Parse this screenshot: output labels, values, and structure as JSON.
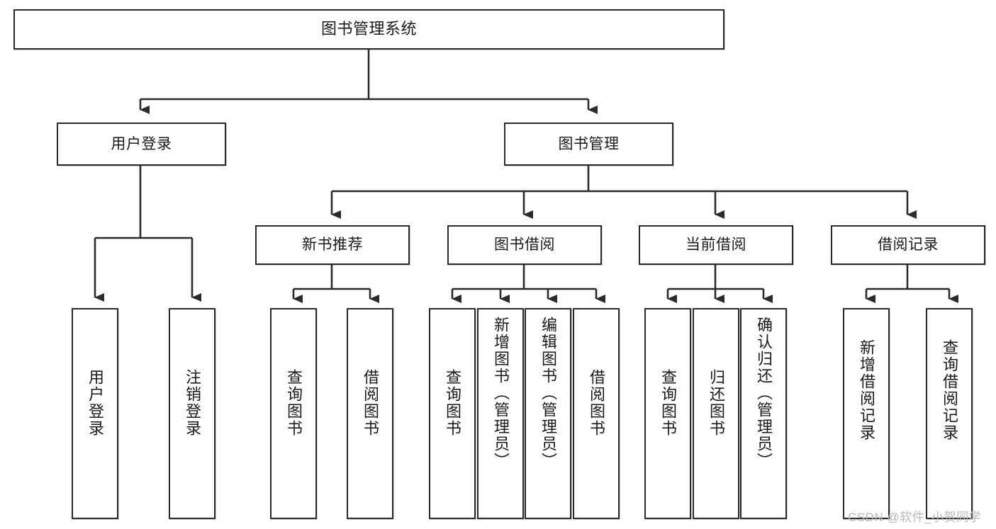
{
  "diagram": {
    "title": "图书管理系统",
    "type": "tree",
    "stroke_color": "#2b2b2b",
    "fill_color": "#ffffff",
    "text_color": "#1a1a1a",
    "root": {
      "id": "root",
      "label": "图书管理系统"
    },
    "level2": [
      {
        "id": "user-login",
        "label": "用户登录"
      },
      {
        "id": "book-manage",
        "label": "图书管理"
      }
    ],
    "level3": [
      {
        "id": "new-book-recommend",
        "label": "新书推荐"
      },
      {
        "id": "book-borrow",
        "label": "图书借阅"
      },
      {
        "id": "current-borrow",
        "label": "当前借阅"
      },
      {
        "id": "borrow-record",
        "label": "借阅记录"
      }
    ],
    "leaves": {
      "user_login": [
        {
          "id": "leaf-user-login",
          "label": "用户登录"
        },
        {
          "id": "leaf-logout",
          "label": "注销登录"
        }
      ],
      "new_book_recommend": [
        {
          "id": "leaf-query-book-1",
          "label": "查询图书"
        },
        {
          "id": "leaf-borrow-book-1",
          "label": "借阅图书"
        }
      ],
      "book_borrow": [
        {
          "id": "leaf-query-book-2",
          "label": "查询图书"
        },
        {
          "id": "leaf-add-book",
          "label": "新增图书（管理员）"
        },
        {
          "id": "leaf-edit-book",
          "label": "编辑图书（管理员）"
        },
        {
          "id": "leaf-borrow-book-2",
          "label": "借阅图书"
        }
      ],
      "current_borrow": [
        {
          "id": "leaf-query-book-3",
          "label": "查询图书"
        },
        {
          "id": "leaf-return-book",
          "label": "归还图书"
        },
        {
          "id": "leaf-confirm-return",
          "label": "确认归还（管理员）"
        }
      ],
      "borrow_record": [
        {
          "id": "leaf-add-record",
          "label": "新增借阅记录"
        },
        {
          "id": "leaf-query-record",
          "label": "查询借阅记录"
        }
      ]
    }
  },
  "watermark": {
    "text": "CSDN @软件_小贺同学"
  }
}
